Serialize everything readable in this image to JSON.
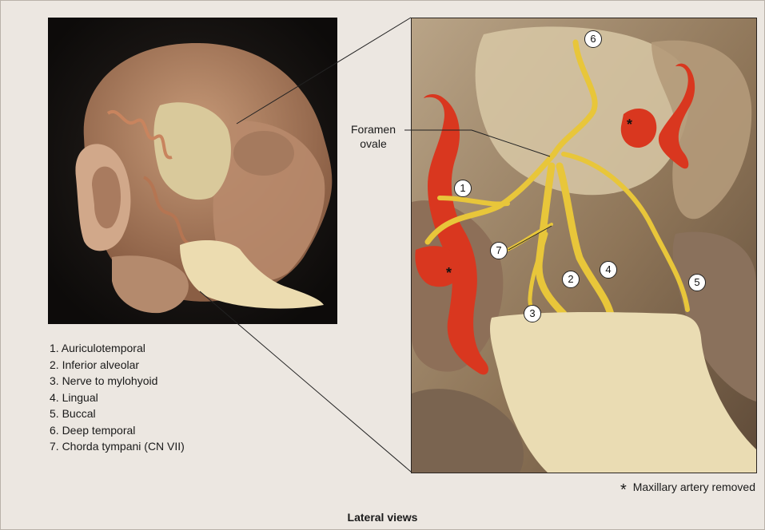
{
  "legend": [
    "1. Auriculotemporal",
    "2. Inferior alveolar",
    "3. Nerve to mylohyoid",
    "4. Lingual",
    "5. Buccal",
    "6. Deep temporal",
    "7. Chorda tympani (CN VII)"
  ],
  "callout": {
    "foramen_ovale": "Foramen\novale"
  },
  "markers": [
    "1",
    "2",
    "3",
    "4",
    "5",
    "6",
    "7"
  ],
  "asterisk": "*",
  "footnote": {
    "symbol": "*",
    "text": "Maxillary artery removed"
  },
  "caption": "Lateral views",
  "colors": {
    "nerve": "#e8c63a",
    "artery": "#d8321f",
    "tissue": "#c8a888",
    "background": "#ece7e1"
  },
  "photos": {
    "left": "dissected-head-lateral-icon",
    "right": "infratemporal-fossa-closeup-icon"
  }
}
